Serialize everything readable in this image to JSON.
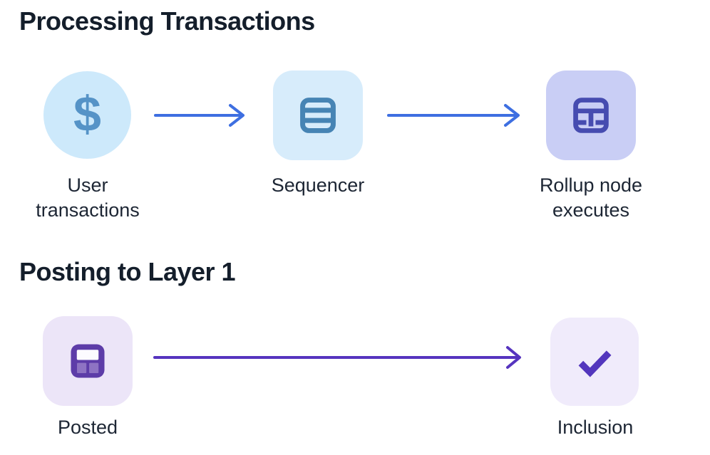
{
  "canvas": {
    "background": "#ffffff"
  },
  "text_colors": {
    "title": "#141e2b",
    "label": "#1d2634"
  },
  "sections": [
    {
      "title": "Processing Transactions",
      "arrow_color": "#3e6fe1",
      "arrows": [
        {
          "name": "arrow-user-to-sequencer",
          "direction": "right"
        },
        {
          "name": "arrow-sequencer-to-rollup",
          "direction": "right"
        }
      ],
      "nodes": [
        {
          "label": "User\ntransactions",
          "glyph": "$",
          "icon": "dollar-sign-icon",
          "shape": "circle",
          "tile_color": "#cde9fb",
          "icon_color": "#5593c7"
        },
        {
          "label": "Sequencer",
          "icon": "rows-stack-icon",
          "shape": "rounded-square",
          "tile_color": "#d7ecfb",
          "icon_color": "#4684b4"
        },
        {
          "label": "Rollup node\nexecutes",
          "icon": "table-rows-split-icon",
          "shape": "rounded-square",
          "tile_color": "#c9cef5",
          "icon_color": "#464cb0"
        }
      ]
    },
    {
      "title": "Posting to Layer 1",
      "arrow_color": "#5634bf",
      "arrows": [
        {
          "name": "arrow-posted-to-inclusion",
          "direction": "right"
        }
      ],
      "nodes": [
        {
          "label": "Posted",
          "icon": "table-layout-icon",
          "shape": "rounded-square",
          "tile_color": "#ece5f8",
          "icon_color": "#5d3ca8",
          "icon_cell_color": "#8e73c3",
          "icon_header_color": "#fcfbff"
        },
        {
          "label": "Inclusion",
          "icon": "check-icon",
          "shape": "rounded-square",
          "tile_color": "#f0ebfb",
          "icon_color": "#5336bd"
        }
      ]
    }
  ]
}
